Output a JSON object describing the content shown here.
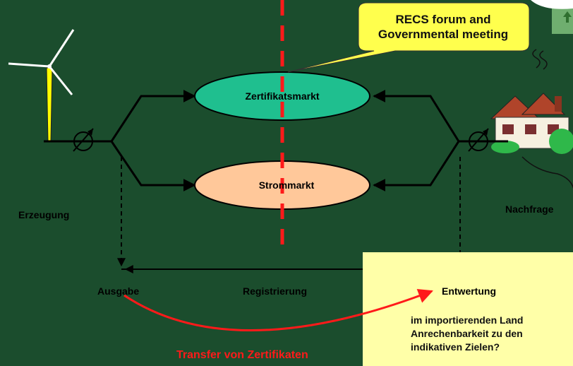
{
  "callout": {
    "line1": "RECS forum and",
    "line2": "Governmental meeting"
  },
  "markets": {
    "certificate": "Zertifikatsmarkt",
    "power": "Strommarkt"
  },
  "sides": {
    "generation": "Erzeugung",
    "demand": "Nachfrage"
  },
  "process": {
    "issue": "Ausgabe",
    "registration": "Registrierung",
    "redemption": "Entwertung"
  },
  "note": {
    "line1": "im importierenden Land",
    "line2": "Anrechenbarkeit zu den",
    "line3": "indikativen Zielen?"
  },
  "transfer": "Transfer von Zertifikaten",
  "colors": {
    "background": "#1b4d2d",
    "certificate_market": "#1fbf8f",
    "power_market": "#ffc89a",
    "divider": "#ff1a1a",
    "callout": "#ffff4d",
    "note_box": "#ffffa8",
    "transfer_arrow": "#ff1a1a"
  }
}
